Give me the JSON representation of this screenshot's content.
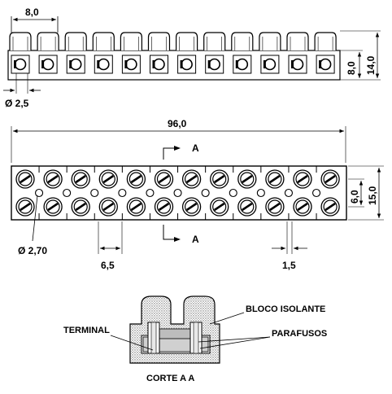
{
  "top_view": {
    "dim_pitch": "8,0",
    "dim_hole": "Ø 2,5",
    "dim_body_height": "8,0",
    "dim_total_height": "14,0",
    "terminal_count": 12
  },
  "front_view": {
    "dim_length": "96,0",
    "section_mark": "A",
    "section_mark_bottom": "A",
    "dim_mount_hole": "Ø 2,70",
    "dim_slot_width": "6,5",
    "dim_gap": "1,5",
    "dim_inner_height": "6,0",
    "dim_outer_height": "15,0",
    "terminal_count": 12
  },
  "section_view": {
    "label_insulator": "BLOCO  ISOLANTE",
    "label_terminal": "TERMINAL",
    "label_screws": "PARAFUSOS",
    "title": "CORTE   A  A"
  },
  "colors": {
    "line": "#000000",
    "hatch": "#888888",
    "fill_light": "#d8d8d8",
    "background": "#ffffff"
  }
}
